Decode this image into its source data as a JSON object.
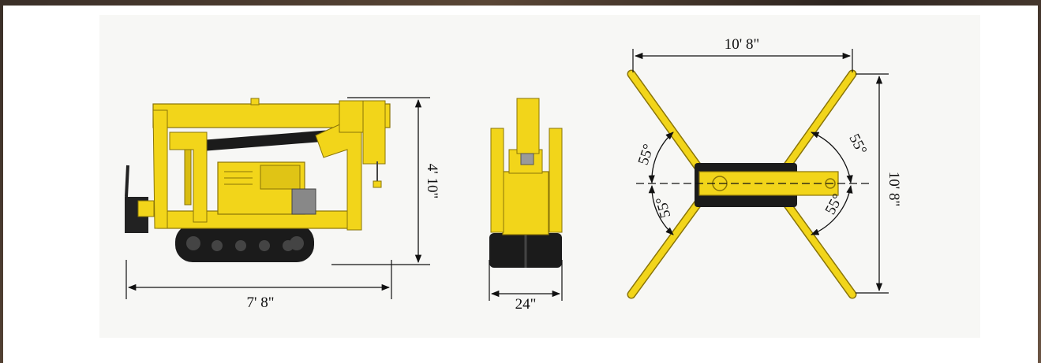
{
  "colors": {
    "machine": "#f2d51a",
    "machine_dark": "#b89d0a",
    "track": "#1b1b1b",
    "dimension_line": "#111111"
  },
  "side_view": {
    "length": "7' 8\"",
    "height": "4' 10\""
  },
  "front_view": {
    "width": "24\""
  },
  "top_view": {
    "span_width": "10' 8\"",
    "span_length": "10' 8\"",
    "angle_top_left": "55°",
    "angle_bottom_left": "55°",
    "angle_top_right": "55°",
    "angle_bottom_right": "55°"
  }
}
